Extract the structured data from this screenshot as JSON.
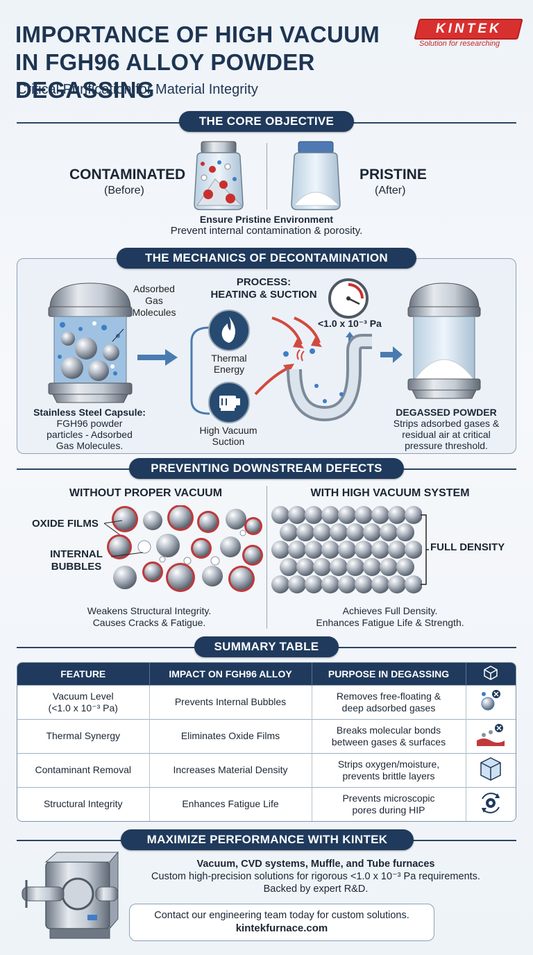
{
  "header": {
    "title_line1": "IMPORTANCE OF HIGH VACUUM",
    "title_line2": "IN FGH96 ALLOY POWDER DEGASSING",
    "subtitle": "Critical Purification for Material Integrity",
    "brand": "KINTEK",
    "brand_tagline": "Solution for researching"
  },
  "objective": {
    "heading": "THE CORE OBJECTIVE",
    "before_title": "CONTAMINATED",
    "before_sub": "(Before)",
    "after_title": "PRISTINE",
    "after_sub": "(After)",
    "line1": "Ensure Pristine Environment",
    "line2": "Prevent internal contamination & porosity."
  },
  "mechanics": {
    "heading": "THE MECHANICS OF DECONTAMINATION",
    "adsorbed_1": "Adsorbed",
    "adsorbed_2": "Gas",
    "adsorbed_3": "Molecules",
    "process_1": "PROCESS:",
    "process_2": "HEATING & SUCTION",
    "pressure": "<1.0 x 10⁻³ Pa",
    "thermal_1": "Thermal",
    "thermal_2": "Energy",
    "suction_1": "High Vacuum",
    "suction_2": "Suction",
    "capsule_title": "Stainless Steel Capsule:",
    "capsule_1": "FGH96 powder",
    "capsule_2": "particles - Adsorbed",
    "capsule_3": "Gas Molecules.",
    "degassed_title": "DEGASSED POWDER",
    "degassed_1": "Strips adsorbed gases &",
    "degassed_2": "residual air at critical",
    "degassed_3": "pressure threshold."
  },
  "defects": {
    "heading": "PREVENTING DOWNSTREAM DEFECTS",
    "left_title": "WITHOUT PROPER VACUUM",
    "right_title": "WITH HIGH VACUUM SYSTEM",
    "oxide": "OXIDE FILMS",
    "bubbles_1": "INTERNAL",
    "bubbles_2": "BUBBLES",
    "full_density": "FULL DENSITY",
    "left_cap1": "Weakens Structural Integrity.",
    "left_cap2": "Causes Cracks & Fatigue.",
    "right_cap1": "Achieves Full Density.",
    "right_cap2": "Enhances Fatigue Life & Strength."
  },
  "summary": {
    "heading": "SUMMARY TABLE",
    "columns": [
      "FEATURE",
      "IMPACT ON FGH96 ALLOY",
      "PURPOSE IN DEGASSING"
    ],
    "rows": [
      {
        "feature_1": "Vacuum Level",
        "feature_2": "(<1.0 x 10⁻³ Pa)",
        "impact": "Prevents Internal Bubbles",
        "purpose_1": "Removes free-floating &",
        "purpose_2": "deep adsorbed gases"
      },
      {
        "feature_1": "Thermal Synergy",
        "feature_2": "",
        "impact": "Eliminates Oxide Films",
        "purpose_1": "Breaks molecular bonds",
        "purpose_2": "between gases & surfaces"
      },
      {
        "feature_1": "Contaminant Removal",
        "feature_2": "",
        "impact": "Increases Material Density",
        "purpose_1": "Strips oxygen/moisture,",
        "purpose_2": "prevents brittle layers"
      },
      {
        "feature_1": "Structural Integrity",
        "feature_2": "",
        "impact": "Enhances Fatigue Life",
        "purpose_1": "Prevents microscopic",
        "purpose_2": "pores during HIP"
      }
    ]
  },
  "cta": {
    "heading": "MAXIMIZE PERFORMANCE WITH KINTEK",
    "line1": "Vacuum, CVD systems, Muffle, and Tube furnaces",
    "line2": "Custom high-precision solutions for rigorous <1.0 x 10⁻³ Pa requirements.",
    "line3": "Backed by expert R&D.",
    "contact": "Contact our engineering team today for custom solutions.",
    "website": "kintekfurnace.com"
  },
  "colors": {
    "navy": "#1f3a5c",
    "brand_red": "#d8302f",
    "steel": "#a7b1bd",
    "oxide_red": "#c0393b"
  }
}
